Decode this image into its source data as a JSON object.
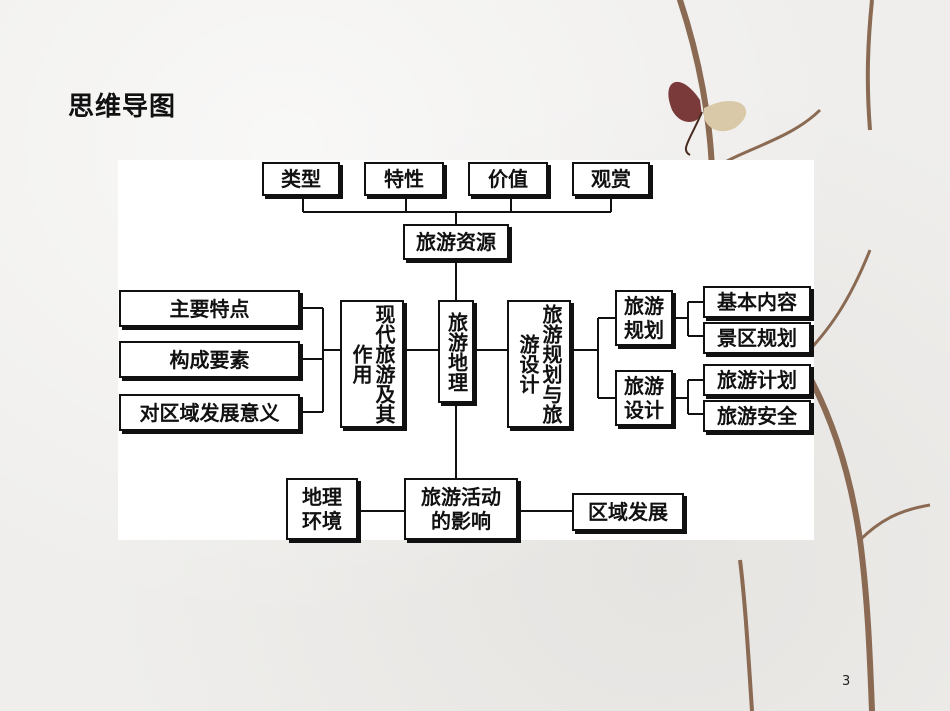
{
  "slide": {
    "title": "思维导图",
    "page_number": "3"
  },
  "diagram": {
    "top_nodes": [
      "类型",
      "特性",
      "价值",
      "观赏"
    ],
    "resource_node": "旅游资源",
    "center_node": "旅游地理",
    "left_group_node": "现代旅游及其作用",
    "left_items": [
      "主要特点",
      "构成要素",
      "对区域发展意义"
    ],
    "right_group_node": "旅游规划与旅游设计",
    "planning_node": "旅游\n规划",
    "planning_items": [
      "基本内容",
      "景区规划"
    ],
    "design_node": "旅游\n设计",
    "design_items": [
      "旅游计划",
      "旅游安全"
    ],
    "impact_node": "旅游活动\n的影响",
    "geo_env_node": "地理\n环境",
    "region_node": "区域发展"
  }
}
